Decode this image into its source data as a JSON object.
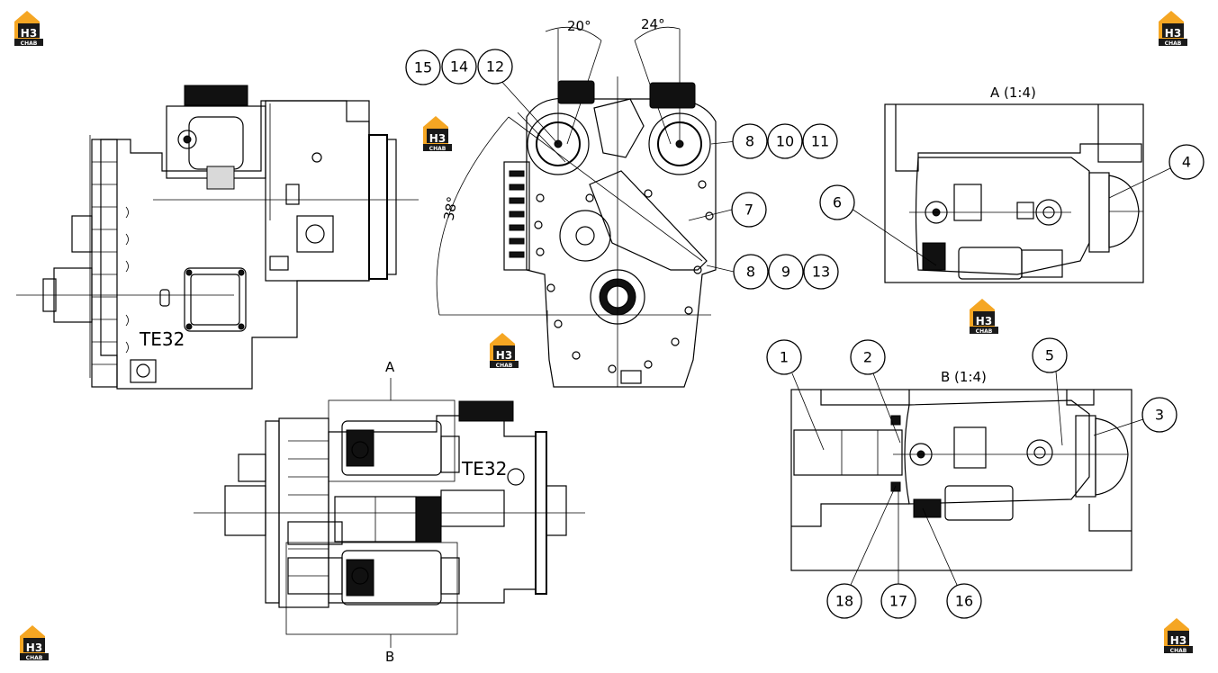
{
  "model_label": "TE32",
  "view_a_title": "A (1:4)",
  "view_b_title": "B (1:4)",
  "section_a_label": "A",
  "section_b_label": "B",
  "angles": {
    "left": "20°",
    "right": "24°",
    "side": "38°"
  },
  "logo": {
    "top": "H3",
    "bottom": "CHAB"
  },
  "callouts": {
    "c15": "15",
    "c14": "14",
    "c12": "12",
    "c8a": "8",
    "c10": "10",
    "c11": "11",
    "c7": "7",
    "c8b": "8",
    "c9": "9",
    "c13": "13",
    "c4": "4",
    "c6": "6",
    "c1": "1",
    "c2": "2",
    "c5": "5",
    "c3": "3",
    "c18": "18",
    "c17": "17",
    "c16": "16"
  },
  "colors": {
    "logo_orange": "#f5a623",
    "logo_dark": "#1a1a1a",
    "line": "#000000"
  }
}
